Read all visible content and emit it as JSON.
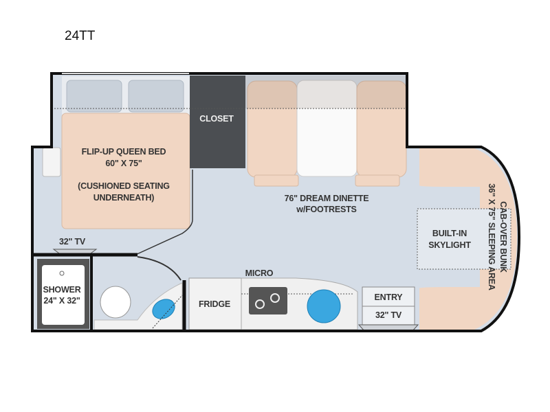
{
  "plan": {
    "model": "24TT",
    "labels": {
      "bed_line1": "FLIP-UP QUEEN BED",
      "bed_line2": "60\" X 75\"",
      "bed_line3": "(CUSHIONED SEATING",
      "bed_line4": "UNDERNEATH)",
      "closet": "CLOSET",
      "dinette_line1": "76\" DREAM DINETTE",
      "dinette_line2": "w/FOOTRESTS",
      "skylight_line1": "BUILT-IN",
      "skylight_line2": "SKYLIGHT",
      "bunk_line1": "CAB-OVER BUNK",
      "bunk_line2": "36\" X 75\" SLEEPING AREA",
      "tv_bedroom": "32\" TV",
      "shower_line1": "SHOWER",
      "shower_line2": "24\" X 32\"",
      "fridge": "FRIDGE",
      "micro": "MICRO",
      "entry": "ENTRY",
      "tv_entry": "32\" TV"
    },
    "colors": {
      "floor": "#d5dde7",
      "cushion": "#f1d6c3",
      "closet": "#4b4e52",
      "wall": "#111111",
      "water": "#3aa7e0"
    }
  }
}
